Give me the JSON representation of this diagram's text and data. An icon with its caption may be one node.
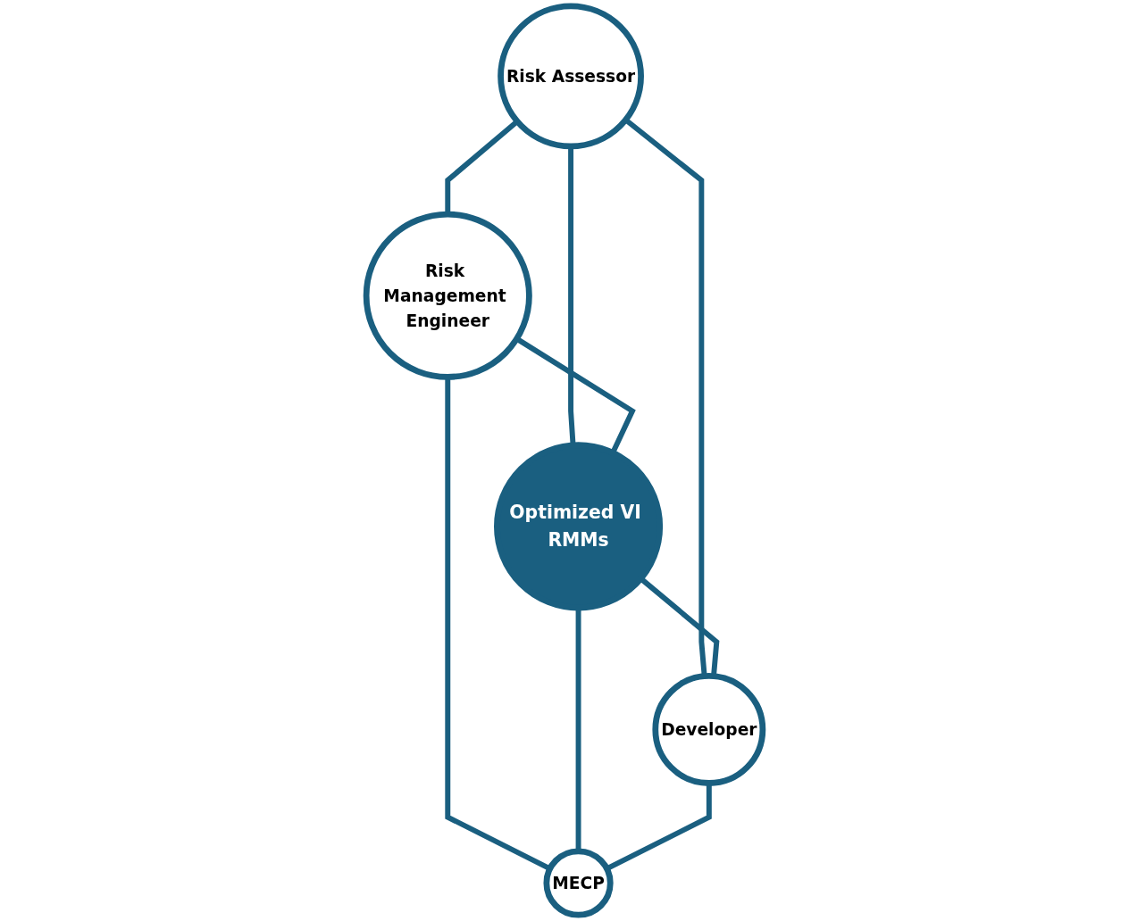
{
  "diagram": {
    "nodes": [
      {
        "text": [
          "Risk Assessor"
        ]
      },
      {
        "text": [
          "Risk Management Engineer"
        ]
      },
      {
        "text": [
          "Optimized VI RMMs"
        ]
      },
      {
        "text": [
          "Developer"
        ]
      },
      {
        "text": [
          "MECP"
        ]
      }
    ],
    "edges": [
      {
        "from": 0,
        "to": 1,
        "arrow": "none"
      },
      {
        "from": 0,
        "to": 2,
        "arrow": "none"
      },
      {
        "from": 1,
        "to": 2,
        "arrow": "none"
      },
      {
        "from": 0,
        "to": 3,
        "arrow": "none"
      },
      {
        "from": 1,
        "to": 4,
        "arrow": "none"
      },
      {
        "from": 2,
        "to": 3,
        "arrow": "none"
      },
      {
        "from": 2,
        "to": 4,
        "arrow": "none"
      },
      {
        "from": 3,
        "to": 4,
        "arrow": "none"
      }
    ]
  }
}
